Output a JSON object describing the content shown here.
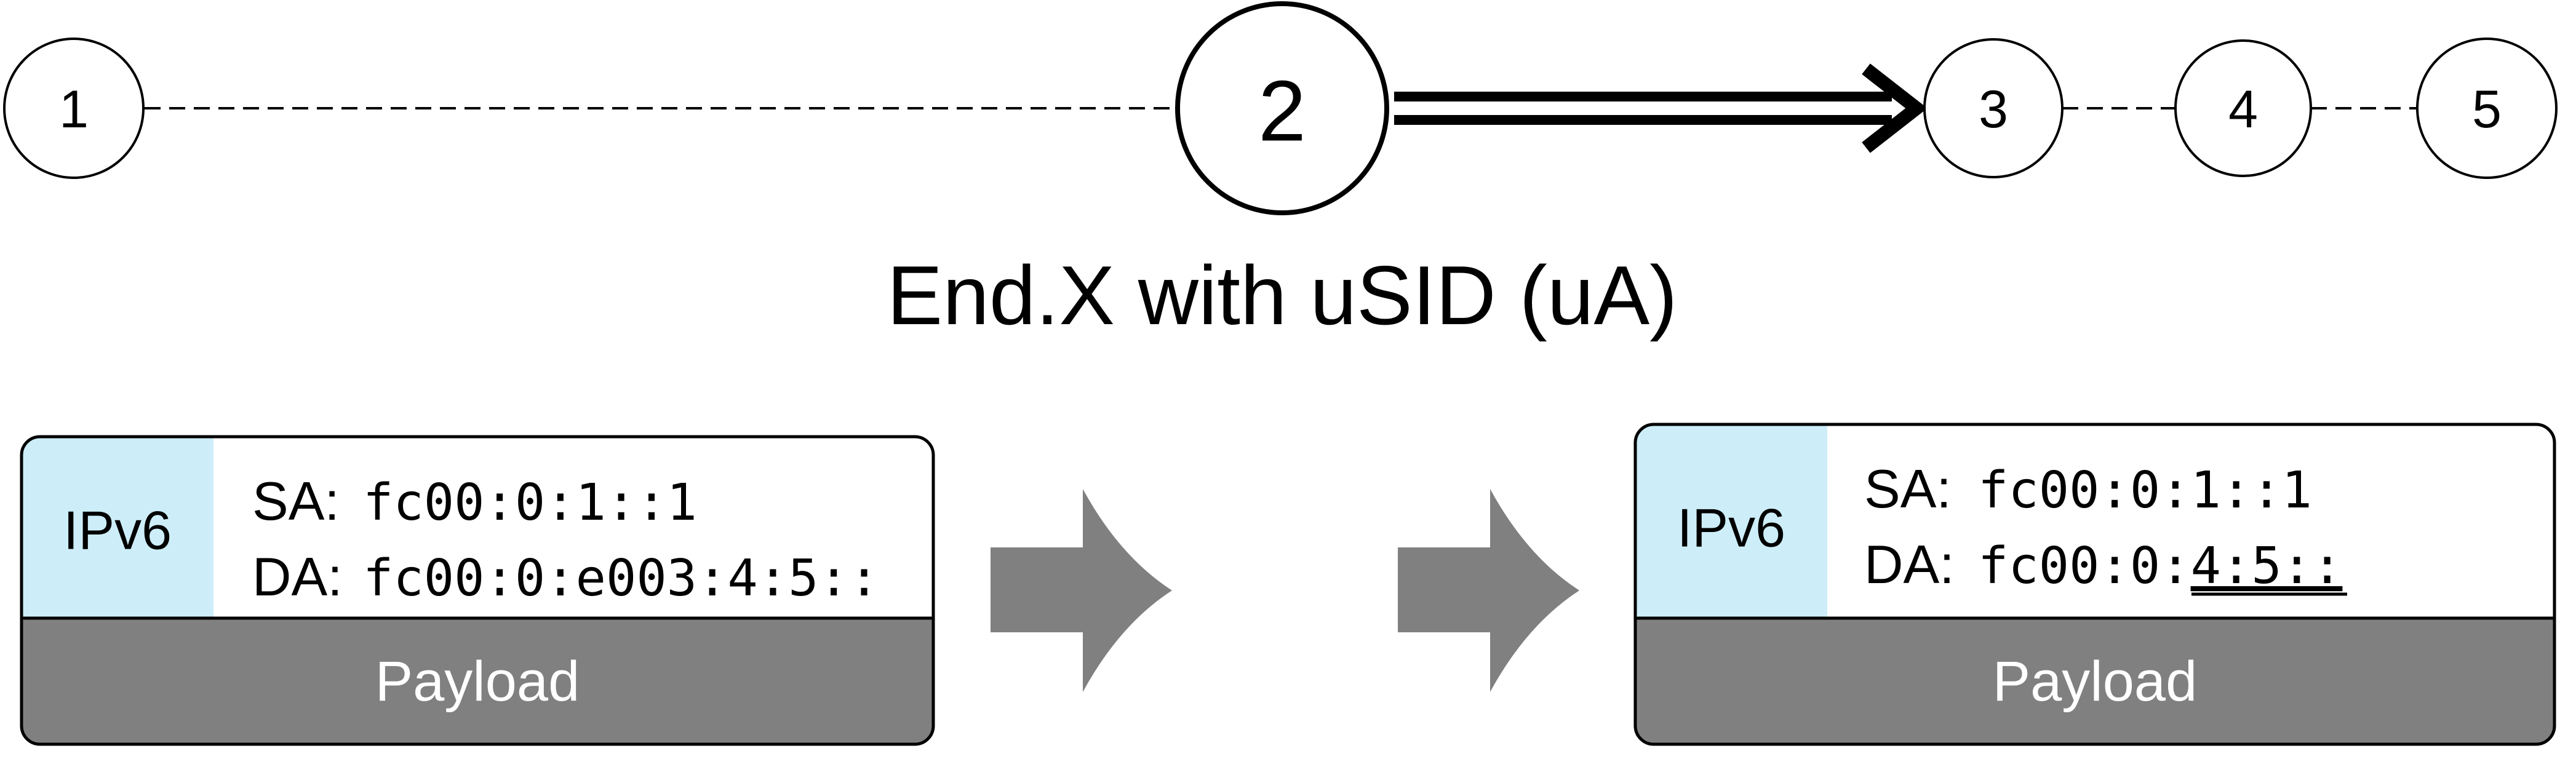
{
  "nodes": [
    {
      "label": "1"
    },
    {
      "label": "2"
    },
    {
      "label": "3"
    },
    {
      "label": "4"
    },
    {
      "label": "5"
    }
  ],
  "title": "End.X with uSID (uA)",
  "packet_before": {
    "header_label": "IPv6",
    "sa_label": "SA:",
    "sa_value": "fc00:0:1::1",
    "da_label": "DA:",
    "da_value": "fc00:0:e003:4:5::",
    "payload_label": "Payload"
  },
  "packet_after": {
    "header_label": "IPv6",
    "sa_label": "SA:",
    "sa_value": "fc00:0:1::1",
    "da_label": "DA:",
    "da_prefix": "fc00:0:",
    "da_shifted": "4:5::",
    "payload_label": "Payload"
  },
  "colors": {
    "ipv6_header": "#cdeef8",
    "payload": "#808080",
    "arrow": "#808080",
    "line": "#000000"
  }
}
